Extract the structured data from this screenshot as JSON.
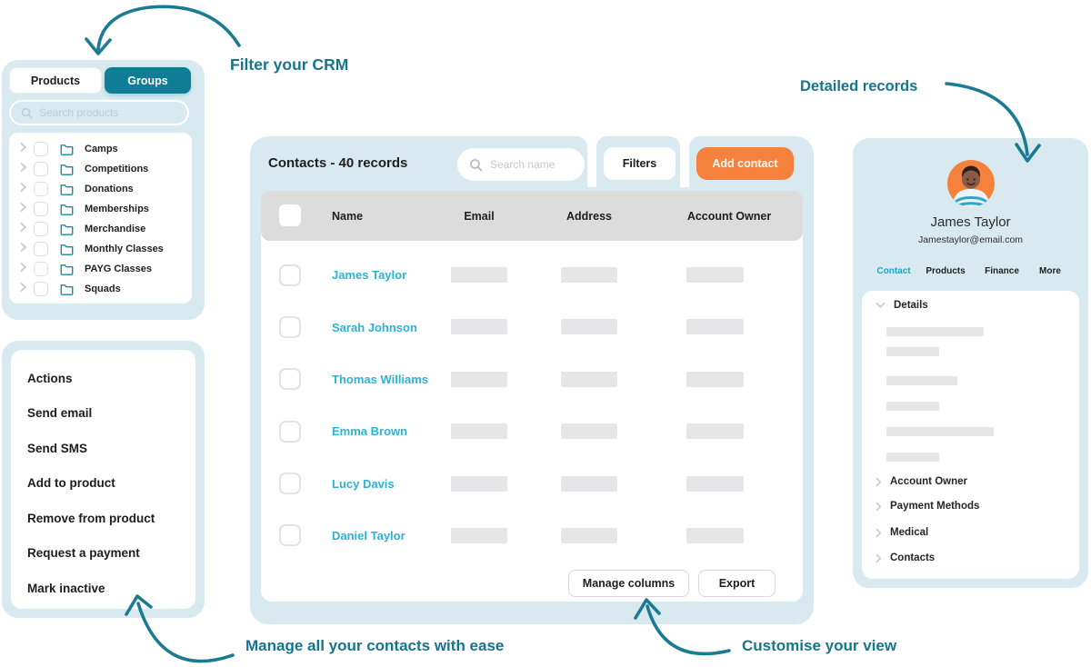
{
  "annotations": {
    "filter_crm": "Filter your CRM",
    "detailed_records": "Detailed records",
    "manage_contacts": "Manage all your contacts with ease",
    "customise_view": "Customise your view"
  },
  "filter_panel": {
    "tab_products": "Products",
    "tab_groups": "Groups",
    "search_placeholder": "Search products",
    "groups": [
      "Camps",
      "Competitions",
      "Donations",
      "Memberships",
      "Merchandise",
      "Monthly Classes",
      "PAYG Classes",
      "Squads"
    ]
  },
  "actions_panel": {
    "title": "Actions",
    "items": [
      "Send email",
      "Send SMS",
      "Add to product",
      "Remove from product",
      "Request a payment",
      "Mark inactive"
    ]
  },
  "contacts_panel": {
    "title": "Contacts - 40 records",
    "search_placeholder": "Search name",
    "filters_button": "Filters",
    "add_contact_button": "Add contact",
    "columns": [
      "Name",
      "Email",
      "Address",
      "Account Owner"
    ],
    "rows": [
      {
        "name": "James Taylor"
      },
      {
        "name": "Sarah Johnson"
      },
      {
        "name": "Thomas Williams"
      },
      {
        "name": "Emma Brown"
      },
      {
        "name": "Lucy Davis"
      },
      {
        "name": "Daniel Taylor"
      }
    ],
    "manage_columns_button": "Manage columns",
    "export_button": "Export"
  },
  "detail_panel": {
    "name": "James Taylor",
    "email": "Jamestaylor@email.com",
    "tabs": [
      {
        "label": "Contact",
        "active": true
      },
      {
        "label": "Products",
        "active": false
      },
      {
        "label": "Finance",
        "active": false
      },
      {
        "label": "More",
        "active": false
      }
    ],
    "details_section": "Details",
    "collapsed_sections": [
      "Account Owner",
      "Payment Methods",
      "Medical",
      "Contacts"
    ]
  },
  "icons": {
    "search": "magnifier-icon",
    "folder": "folder-icon",
    "chevron_right": "chevron-right-icon",
    "chevron_down": "chevron-down-icon"
  },
  "colors": {
    "panel_bg": "#d8eaf0",
    "teal_button": "#107d96",
    "annotation_text": "#16748d",
    "arrow": "#1b7b92",
    "link_cyan": "#2fb1d3",
    "orange": "#f6813c",
    "table_header_gray": "#dcdcdd",
    "placeholder_bar": "#e6e6e8",
    "text_dark": "#1e1e1e"
  }
}
